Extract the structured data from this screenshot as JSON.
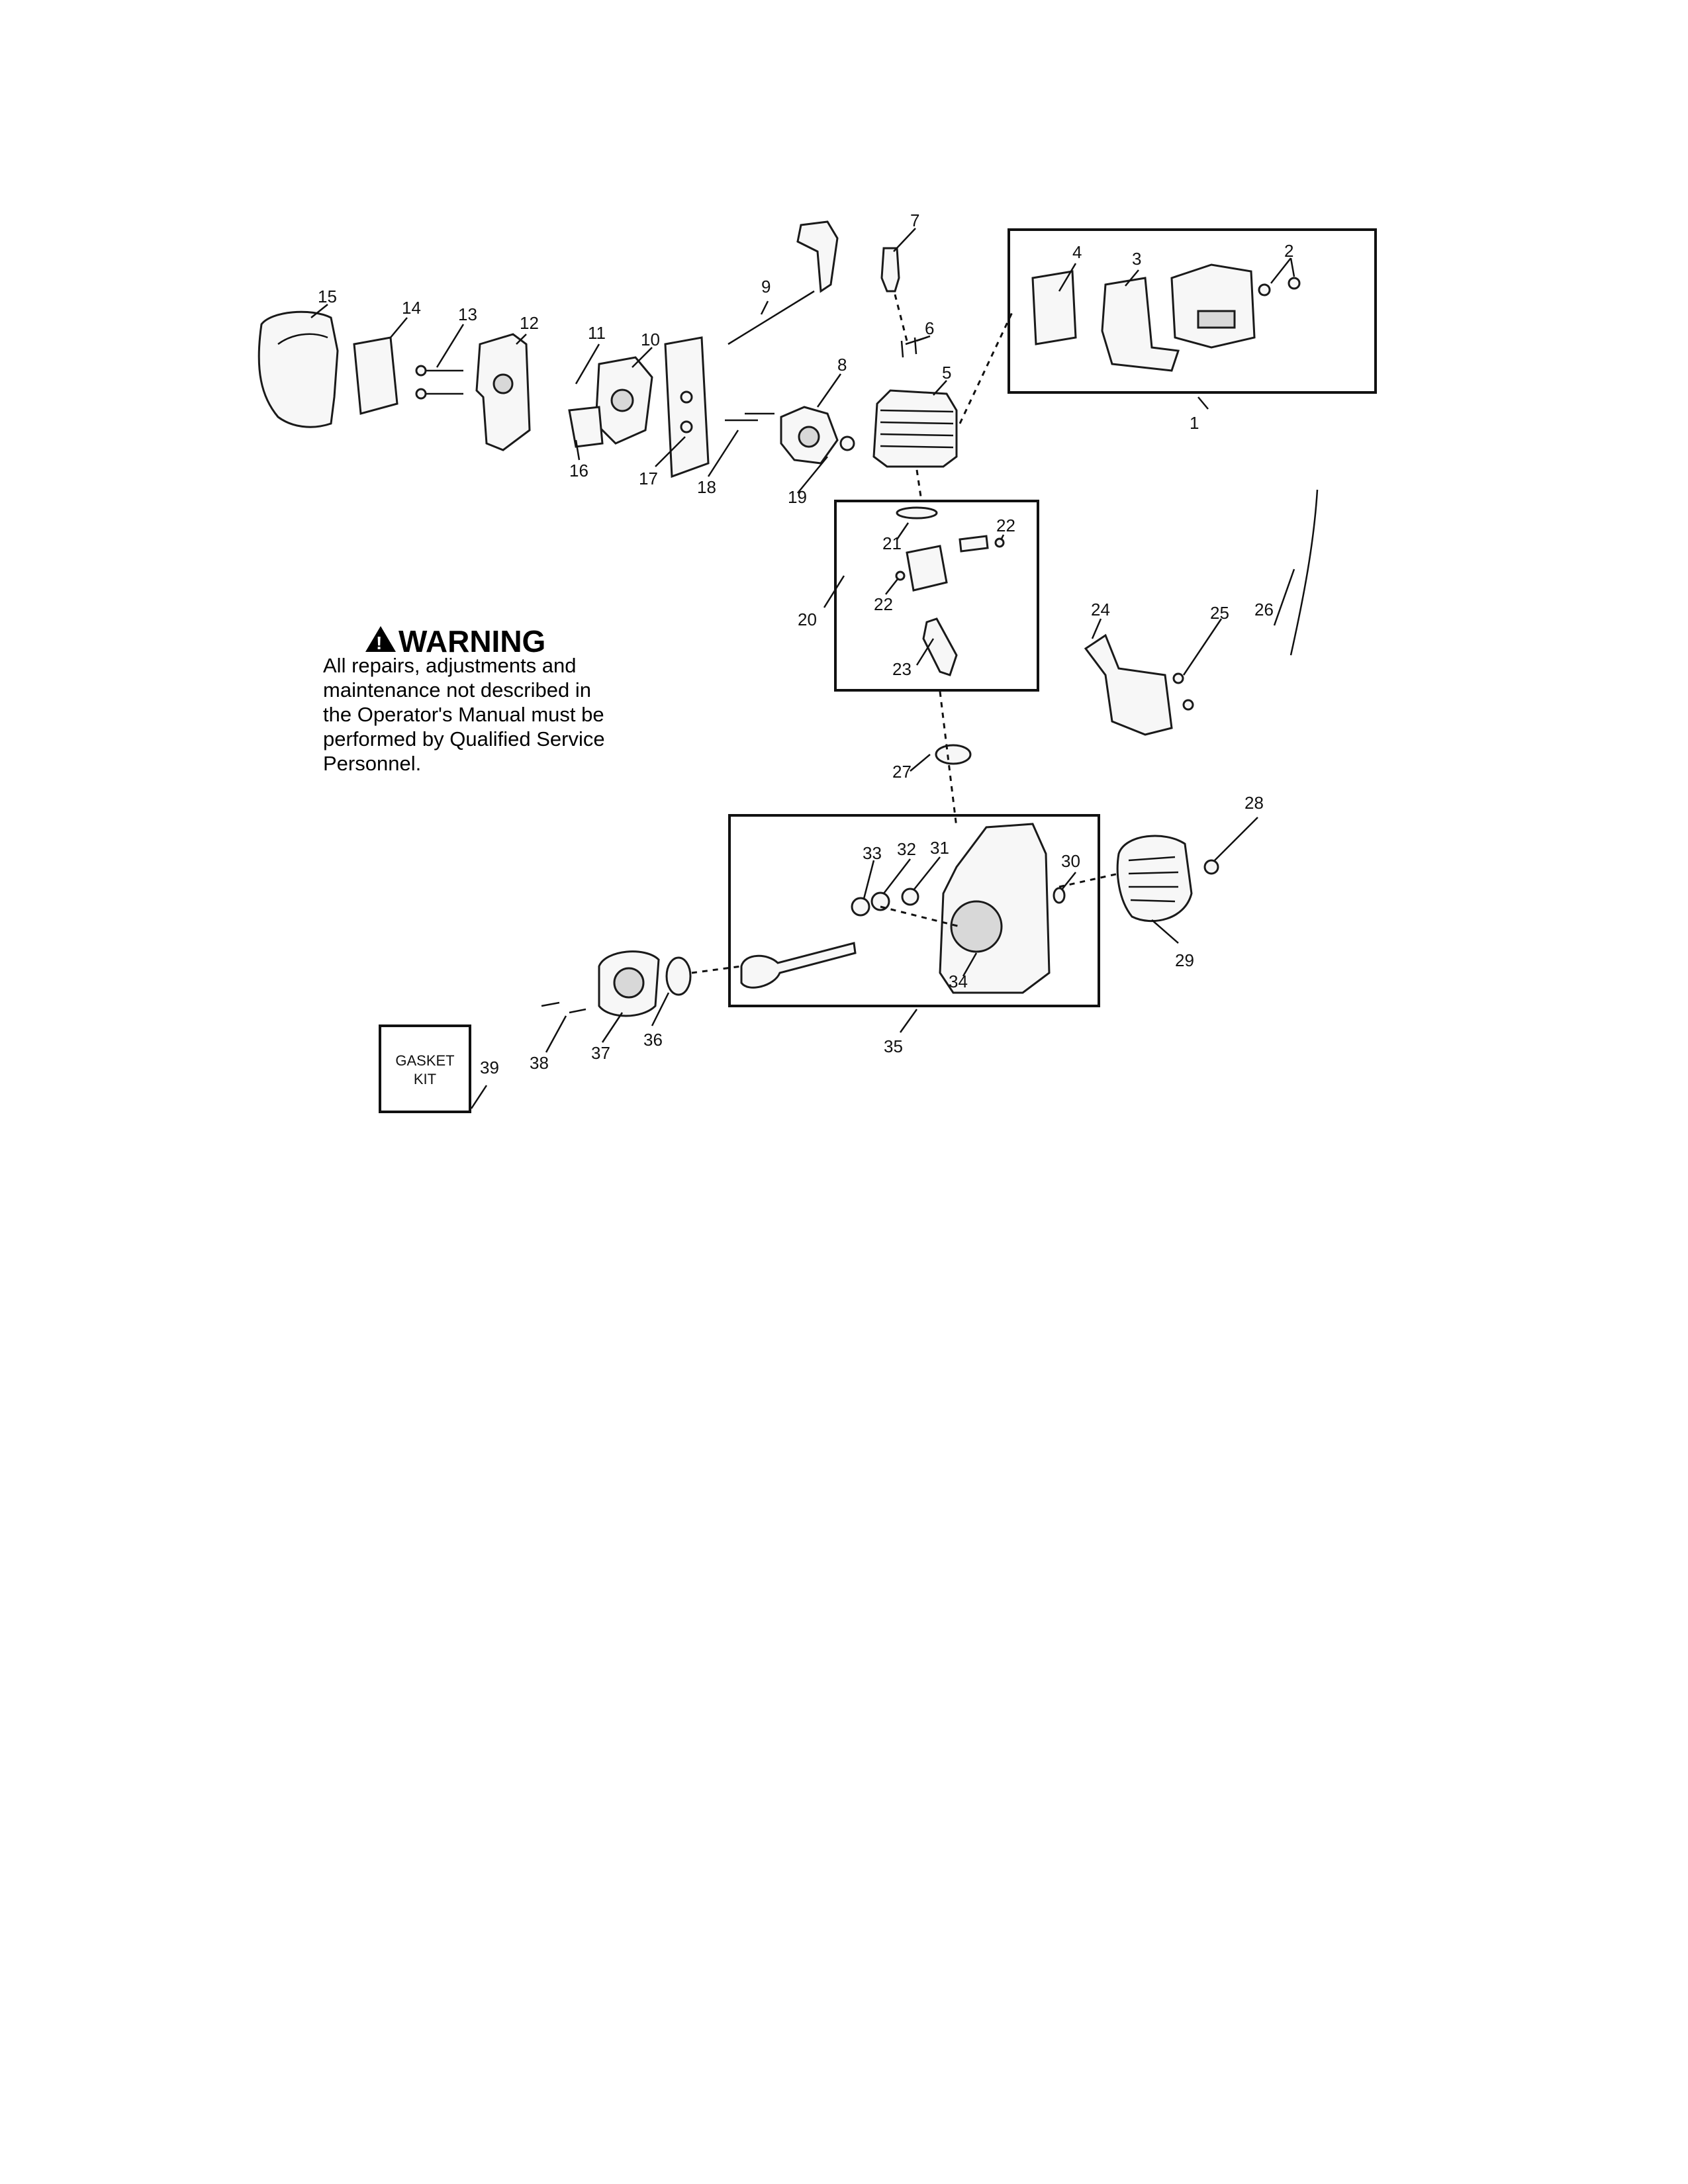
{
  "warning": {
    "title": "WARNING",
    "lines": [
      "All repairs, adjustments and",
      "maintenance not described in",
      "the Operator's Manual must be",
      "performed by Qualified Service",
      "Personnel."
    ]
  },
  "gasket_kit": {
    "line1": "GASKET",
    "line2": "KIT",
    "number": "39"
  },
  "callouts": [
    "1",
    "2",
    "3",
    "4",
    "5",
    "6",
    "7",
    "8",
    "9",
    "10",
    "11",
    "12",
    "13",
    "14",
    "15",
    "16",
    "17",
    "18",
    "19",
    "20",
    "21",
    "22",
    "22",
    "23",
    "24",
    "25",
    "26",
    "27",
    "28",
    "29",
    "30",
    "31",
    "32",
    "33",
    "34",
    "35",
    "36",
    "37",
    "38"
  ]
}
